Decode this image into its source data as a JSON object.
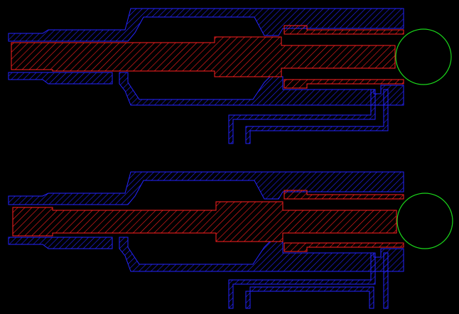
{
  "canvas": {
    "background": "#000000"
  },
  "colors": {
    "housing": "#2424ff",
    "shaft": "#ff2020",
    "ball": "#1bd61b"
  },
  "views": [
    {
      "id": "upper",
      "shaft_state": "retracted",
      "parts": [
        "housing-top",
        "housing-bottom",
        "shaft",
        "inner-sleeve-top",
        "inner-sleeve-bottom",
        "port-tubes",
        "ball"
      ]
    },
    {
      "id": "lower",
      "shaft_state": "extended",
      "parts": [
        "housing-top",
        "housing-bottom",
        "shaft",
        "inner-sleeve-top",
        "inner-sleeve-bottom",
        "port-tubes",
        "ball"
      ]
    }
  ],
  "labels": []
}
